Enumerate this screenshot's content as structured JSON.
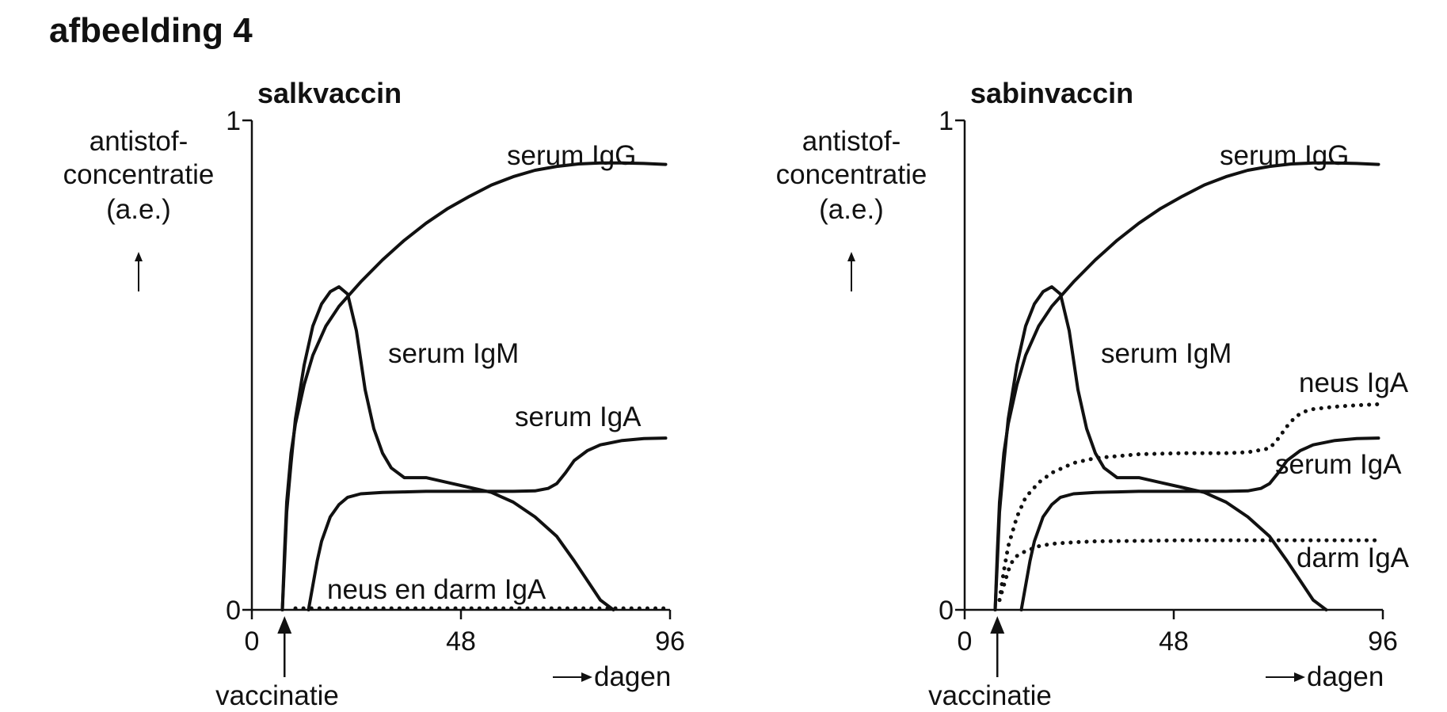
{
  "figure_title": "afbeelding 4",
  "chart_data": [
    {
      "type": "line",
      "title": "salkvaccin",
      "ylabel": [
        "antistof-",
        "concentratie",
        "(a.e.)"
      ],
      "xlabel": "dagen",
      "x_ticks": [
        "0",
        "48",
        "96"
      ],
      "y_ticks": [
        "0",
        "1"
      ],
      "xlim": [
        0,
        96
      ],
      "ylim": [
        0,
        1
      ],
      "marker_label": "vaccinatie",
      "marker_x": 7.5,
      "series": [
        {
          "name": "serum IgG",
          "style": "solid",
          "x": [
            7,
            7.5,
            8,
            9,
            10,
            12,
            14,
            17,
            20,
            25,
            30,
            35,
            40,
            45,
            50,
            55,
            60,
            65,
            70,
            75,
            80,
            85,
            90,
            95
          ],
          "y": [
            0,
            0.12,
            0.22,
            0.32,
            0.38,
            0.46,
            0.52,
            0.58,
            0.62,
            0.67,
            0.715,
            0.755,
            0.79,
            0.82,
            0.845,
            0.868,
            0.885,
            0.898,
            0.906,
            0.911,
            0.913,
            0.913,
            0.912,
            0.91
          ]
        },
        {
          "name": "serum IgM",
          "style": "solid",
          "x": [
            7,
            7.5,
            8,
            9,
            10,
            12,
            14,
            16,
            18,
            20,
            22,
            24,
            26,
            28,
            30,
            32,
            35,
            38,
            40,
            45,
            50,
            55,
            60,
            65,
            70,
            74,
            77,
            80,
            83
          ],
          "y": [
            0,
            0.1,
            0.2,
            0.3,
            0.39,
            0.5,
            0.58,
            0.625,
            0.65,
            0.66,
            0.645,
            0.57,
            0.45,
            0.37,
            0.32,
            0.29,
            0.27,
            0.27,
            0.27,
            0.26,
            0.25,
            0.24,
            0.22,
            0.19,
            0.15,
            0.1,
            0.06,
            0.02,
            0
          ]
        },
        {
          "name": "serum IgA",
          "style": "solid",
          "x": [
            13,
            14,
            15,
            16,
            18,
            20,
            22,
            25,
            30,
            35,
            40,
            45,
            50,
            55,
            60,
            65,
            68,
            70,
            72,
            74,
            77,
            80,
            85,
            90,
            95
          ],
          "y": [
            0,
            0.05,
            0.1,
            0.14,
            0.19,
            0.215,
            0.23,
            0.237,
            0.24,
            0.241,
            0.242,
            0.242,
            0.242,
            0.242,
            0.242,
            0.243,
            0.248,
            0.258,
            0.28,
            0.305,
            0.325,
            0.337,
            0.346,
            0.35,
            0.351
          ]
        },
        {
          "name": "neus en darm IgA",
          "style": "dotted",
          "x": [
            10,
            20,
            40,
            60,
            80,
            96
          ],
          "y": [
            0.003,
            0.003,
            0.003,
            0.003,
            0.003,
            0.003
          ]
        }
      ]
    },
    {
      "type": "line",
      "title": "sabinvaccin",
      "ylabel": [
        "antistof-",
        "concentratie",
        "(a.e.)"
      ],
      "xlabel": "dagen",
      "x_ticks": [
        "0",
        "48",
        "96"
      ],
      "y_ticks": [
        "0",
        "1"
      ],
      "xlim": [
        0,
        96
      ],
      "ylim": [
        0,
        1
      ],
      "marker_label": "vaccinatie",
      "marker_x": 7.5,
      "series": [
        {
          "name": "serum IgG",
          "style": "solid",
          "x": [
            7,
            7.5,
            8,
            9,
            10,
            12,
            14,
            17,
            20,
            25,
            30,
            35,
            40,
            45,
            50,
            55,
            60,
            65,
            70,
            75,
            80,
            85,
            90,
            95
          ],
          "y": [
            0,
            0.12,
            0.22,
            0.32,
            0.38,
            0.46,
            0.52,
            0.58,
            0.62,
            0.67,
            0.715,
            0.755,
            0.79,
            0.82,
            0.845,
            0.868,
            0.885,
            0.898,
            0.906,
            0.911,
            0.913,
            0.913,
            0.912,
            0.91
          ]
        },
        {
          "name": "serum IgM",
          "style": "solid",
          "x": [
            7,
            7.5,
            8,
            9,
            10,
            12,
            14,
            16,
            18,
            20,
            22,
            24,
            26,
            28,
            30,
            32,
            35,
            38,
            40,
            45,
            50,
            55,
            60,
            65,
            70,
            74,
            77,
            80,
            83
          ],
          "y": [
            0,
            0.1,
            0.2,
            0.3,
            0.39,
            0.5,
            0.58,
            0.625,
            0.65,
            0.66,
            0.645,
            0.57,
            0.45,
            0.37,
            0.32,
            0.29,
            0.27,
            0.27,
            0.27,
            0.26,
            0.25,
            0.24,
            0.22,
            0.19,
            0.15,
            0.1,
            0.06,
            0.02,
            0
          ]
        },
        {
          "name": "serum IgA",
          "style": "solid",
          "x": [
            13,
            14,
            15,
            16,
            18,
            20,
            22,
            25,
            30,
            35,
            40,
            45,
            50,
            55,
            60,
            65,
            68,
            70,
            72,
            74,
            77,
            80,
            85,
            90,
            95
          ],
          "y": [
            0,
            0.05,
            0.1,
            0.14,
            0.19,
            0.215,
            0.23,
            0.237,
            0.24,
            0.241,
            0.242,
            0.242,
            0.242,
            0.242,
            0.242,
            0.243,
            0.248,
            0.258,
            0.28,
            0.305,
            0.325,
            0.337,
            0.346,
            0.35,
            0.351
          ]
        },
        {
          "name": "neus IgA",
          "style": "dotted",
          "x": [
            8,
            9,
            10,
            12,
            14,
            17,
            20,
            25,
            30,
            40,
            50,
            60,
            65,
            70,
            72,
            74,
            76,
            78,
            80,
            85,
            90,
            95
          ],
          "y": [
            0.02,
            0.08,
            0.13,
            0.19,
            0.23,
            0.26,
            0.28,
            0.3,
            0.31,
            0.318,
            0.32,
            0.32,
            0.322,
            0.33,
            0.35,
            0.375,
            0.395,
            0.405,
            0.41,
            0.415,
            0.418,
            0.42
          ]
        },
        {
          "name": "darm IgA",
          "style": "dotted",
          "x": [
            8,
            9,
            10,
            11,
            12,
            14,
            17,
            20,
            25,
            30,
            40,
            50,
            60,
            70,
            80,
            90,
            95
          ],
          "y": [
            0.02,
            0.05,
            0.08,
            0.1,
            0.11,
            0.12,
            0.13,
            0.135,
            0.138,
            0.14,
            0.141,
            0.142,
            0.142,
            0.142,
            0.142,
            0.142,
            0.142
          ]
        }
      ]
    }
  ]
}
